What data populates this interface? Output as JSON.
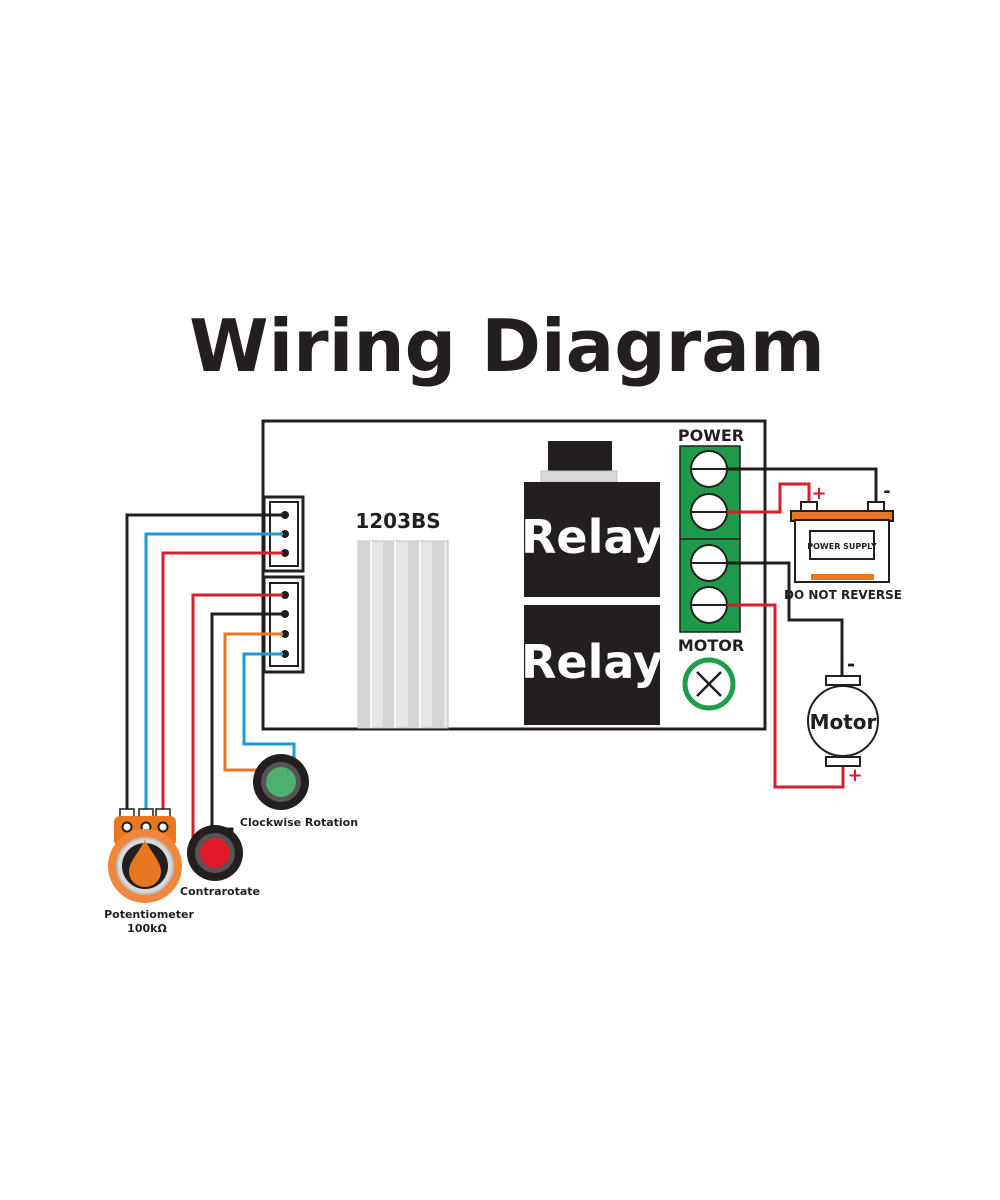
{
  "title": "Wiring Diagram",
  "board": {
    "model": "1203BS"
  },
  "relays": [
    "Relay",
    "Relay"
  ],
  "terminals": {
    "power_label": "POWER",
    "motor_label": "MOTOR"
  },
  "power_supply": {
    "label": "POWER SUPPLY",
    "warning": "DO NOT REVERSE",
    "plus": "+",
    "minus": "-"
  },
  "motor": {
    "label": "Motor",
    "plus": "+",
    "minus": "-"
  },
  "switches": {
    "clockwise": "Clockwise Rotation",
    "contra": "Contrarotate"
  },
  "potentiometer": {
    "label": "Potentiometer",
    "value": "100kΩ"
  },
  "colors": {
    "black": "#231f20",
    "blue": "#1e9ad6",
    "red": "#d71f2b",
    "orange": "#e87722",
    "green": "#1e9e4a",
    "terminal_green": "#1f9a4a",
    "heatsink": "#e2e2e2"
  }
}
